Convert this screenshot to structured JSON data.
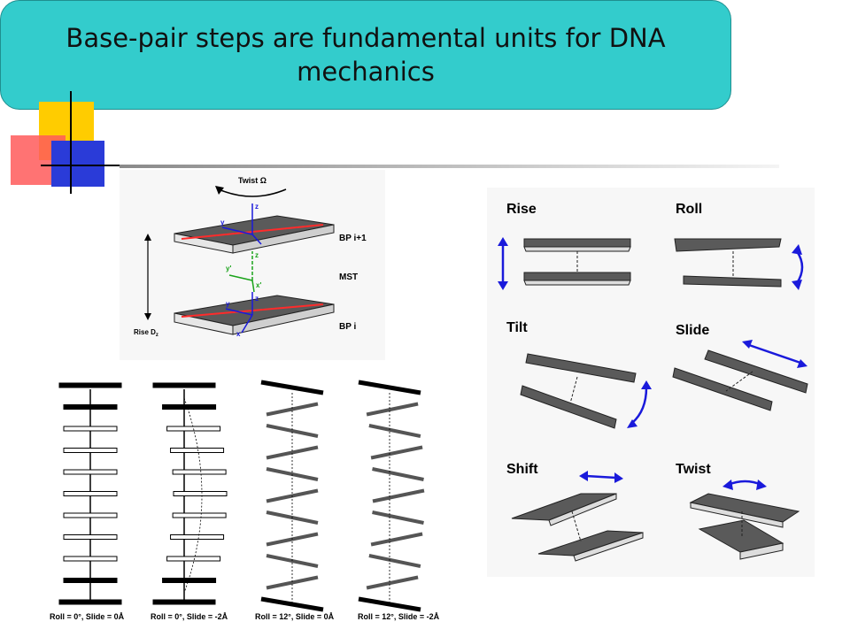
{
  "slide": {
    "title": "Base-pair steps are fundamental units for DNA mechanics"
  },
  "frame_diagram": {
    "twist_label": "Twist Ω",
    "bp_upper": "BP i+1",
    "mst": "MST",
    "bp_lower": "BP i",
    "rise_label": "Rise D",
    "rise_sub": "z",
    "axis_z": "z",
    "axis_y": "y",
    "axis_x": "x",
    "axis_y_prime": "y'",
    "axis_x_prime": "x'"
  },
  "step_parameters": {
    "labels": [
      "Rise",
      "Roll",
      "Tilt",
      "Slide",
      "Shift",
      "Twist"
    ]
  },
  "ladder_panels": {
    "captions": [
      "Roll = 0°, Slide = 0Å",
      "Roll = 0°, Slide = -2Å",
      "Roll = 12°, Slide = 0Å",
      "Roll = 12°, Slide = -2Å"
    ]
  },
  "colors": {
    "title_fill": "#33cccc",
    "accent_blue": "#1a1adb",
    "accent_red": "#ff2b2b",
    "accent_yellow": "#ffcc00",
    "slab_dark": "#5a5a5a"
  }
}
